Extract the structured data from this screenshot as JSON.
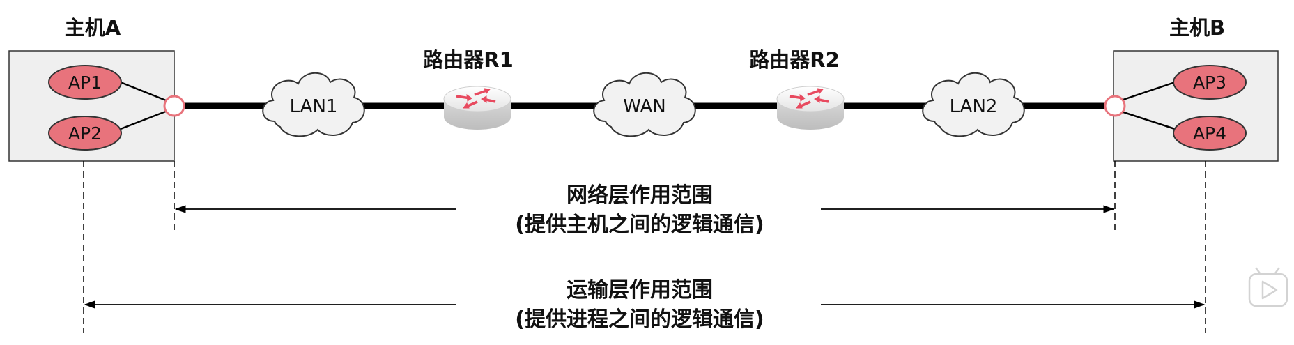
{
  "hosts": {
    "a": {
      "title": "主机A",
      "apps": [
        "AP1",
        "AP2"
      ]
    },
    "b": {
      "title": "主机B",
      "apps": [
        "AP3",
        "AP4"
      ]
    }
  },
  "routers": [
    {
      "title": "路由器R1"
    },
    {
      "title": "路由器R2"
    }
  ],
  "networks": [
    "LAN1",
    "WAN",
    "LAN2"
  ],
  "scopes": {
    "network_layer": {
      "title": "网络层作用范围",
      "subtitle": "(提供主机之间的逻辑通信)"
    },
    "transport_layer": {
      "title": "运输层作用范围",
      "subtitle": "(提供进程之间的逻辑通信)"
    }
  },
  "colors": {
    "app_fill": "#e8737c",
    "port_stroke": "#e8737c",
    "host_fill": "#efefef",
    "router_arrow": "#e84a5f",
    "link": "#000000"
  },
  "icons": {
    "watermark": "play-icon"
  }
}
